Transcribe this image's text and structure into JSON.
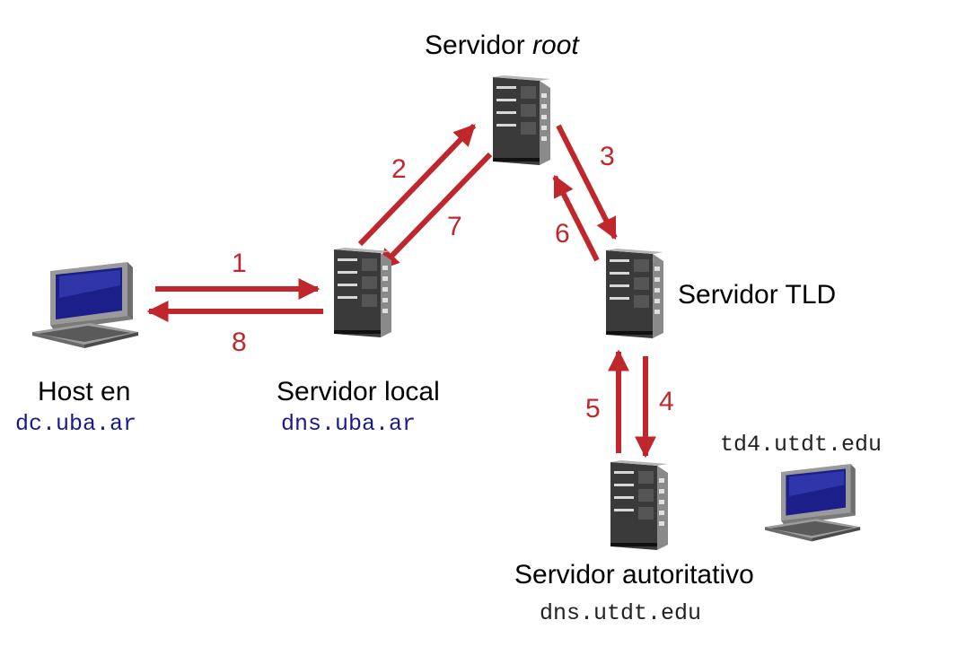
{
  "colors": {
    "arrow": "#c0272d",
    "code_blue": "#1a1a8c",
    "code_gray": "#222222",
    "server_dark": "#2b2b2b",
    "screen_blue": "#1c1f8a"
  },
  "nodes": {
    "root": {
      "title_prefix": "Servidor ",
      "title_italic": "root"
    },
    "tld": {
      "title": "Servidor TLD"
    },
    "local": {
      "title": "Servidor local",
      "domain": "dns.uba.ar"
    },
    "host": {
      "title": "Host en",
      "domain": "dc.uba.ar"
    },
    "auth": {
      "title": "Servidor autoritativo",
      "domain": "dns.utdt.edu"
    },
    "target": {
      "domain": "td4.utdt.edu"
    }
  },
  "steps": [
    "1",
    "2",
    "3",
    "4",
    "5",
    "6",
    "7",
    "8"
  ],
  "icons": {
    "server": "server-icon",
    "computer": "desktop-computer-icon"
  }
}
